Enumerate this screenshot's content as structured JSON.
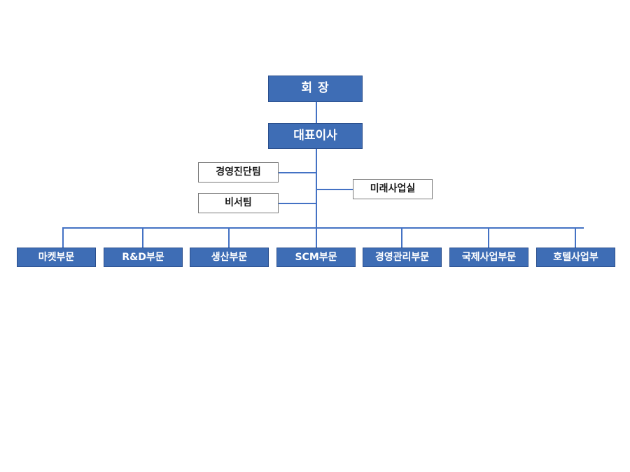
{
  "diagram": {
    "type": "organization-chart",
    "title_text": "",
    "colors": {
      "node_fill_blue": "#3E6DB5",
      "node_border_blue": "#2A4E8C",
      "node_fill_white": "#FFFFFF",
      "node_border_gray": "#7A7A7A",
      "connector": "#4472C4",
      "text_on_blue": "#FFFFFF",
      "text_on_white": "#1A1A1A",
      "background": "#FFFFFF"
    },
    "top": [
      {
        "id": "chairman",
        "label": "회 장",
        "style": "blue"
      },
      {
        "id": "ceo",
        "label": "대표이사",
        "style": "blue"
      }
    ],
    "staff_left": [
      {
        "id": "management-diagnosis-team",
        "label": "경영진단팀",
        "style": "white"
      },
      {
        "id": "secretary-team",
        "label": "비서팀",
        "style": "white"
      }
    ],
    "staff_right": [
      {
        "id": "future-business-office",
        "label": "미래사업실",
        "style": "white"
      }
    ],
    "divisions": [
      {
        "id": "market-division",
        "label": "마켓부문",
        "style": "blue"
      },
      {
        "id": "rnd-division",
        "label": "R&D부문",
        "style": "blue"
      },
      {
        "id": "production-division",
        "label": "생산부문",
        "style": "blue"
      },
      {
        "id": "scm-division",
        "label": "SCM부문",
        "style": "blue"
      },
      {
        "id": "management-admin-division",
        "label": "경영관리부문",
        "style": "blue"
      },
      {
        "id": "international-business-division",
        "label": "국제사업부문",
        "style": "blue"
      },
      {
        "id": "hotel-business-division",
        "label": "호텔사업부",
        "style": "blue"
      }
    ]
  }
}
